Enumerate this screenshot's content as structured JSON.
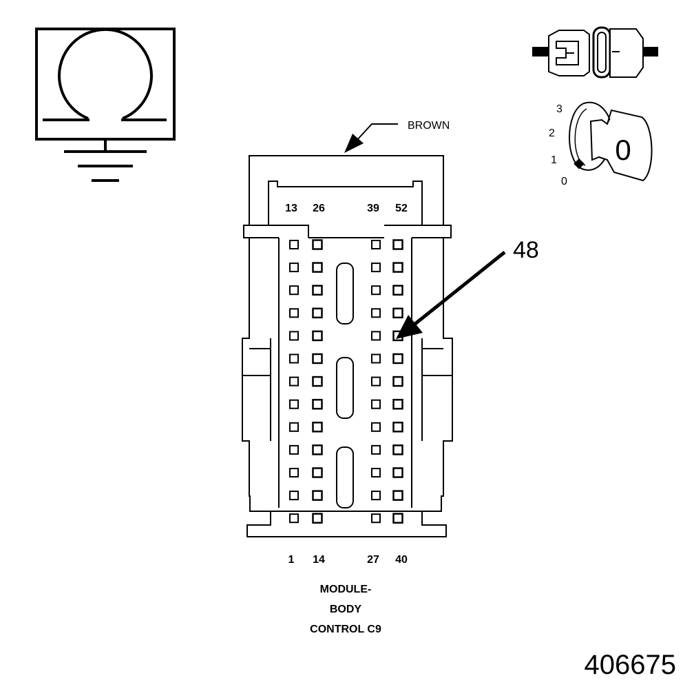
{
  "wire_color_label": "BROWN",
  "callout_pin": "48",
  "pin_labels_top": [
    "13",
    "26",
    "39",
    "52"
  ],
  "pin_labels_bottom": [
    "1",
    "14",
    "27",
    "40"
  ],
  "connector_title": [
    "MODULE-",
    "BODY",
    "CONTROL C9"
  ],
  "ignition_positions": [
    "3",
    "2",
    "1",
    "0"
  ],
  "ignition_key_position": "0",
  "figure_number": "406675",
  "icons": {
    "ohmmeter": "ohmmeter-ground-icon",
    "disconnect": "disconnected-connector-icon",
    "ignition": "ignition-key-off-icon"
  }
}
